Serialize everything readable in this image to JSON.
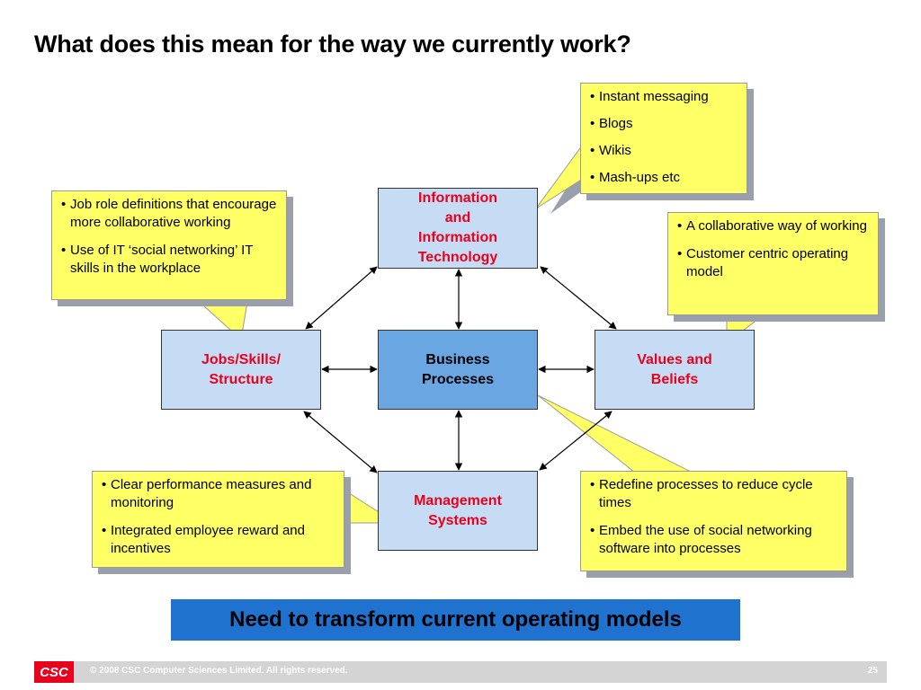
{
  "title": "What does this mean for the way we currently work?",
  "colors": {
    "box_fill": "#c6dcf4",
    "core_fill": "#6aa6e2",
    "label_red": "#e8001c",
    "callout_fill": "#ffff66",
    "banner_fill": "#1f73cf"
  },
  "nodes": {
    "it": "Information and Information Technology",
    "jobs": "Jobs/Skills/ Structure",
    "core": "Business Processes",
    "values": "Values and Beliefs",
    "mgmt": "Management Systems"
  },
  "callouts": {
    "it_tools": [
      "Instant messaging",
      "Blogs",
      "Wikis",
      "Mash-ups etc"
    ],
    "jobs": [
      "Job role definitions that encourage more collaborative working",
      "Use of IT ‘social networking’ IT skills in the workplace"
    ],
    "values": [
      "A collaborative way of working",
      "Customer centric operating model"
    ],
    "mgmt": [
      "Clear performance measures and monitoring",
      "Integrated employee reward and incentives"
    ],
    "process": [
      "Redefine processes to reduce cycle times",
      "Embed the use of social networking software into processes"
    ]
  },
  "banner": "Need to transform current operating models",
  "footer": {
    "logo": "CSC",
    "copyright": "© 2008 CSC Computer Sciences Limited.  All rights reserved.",
    "page": "25"
  }
}
